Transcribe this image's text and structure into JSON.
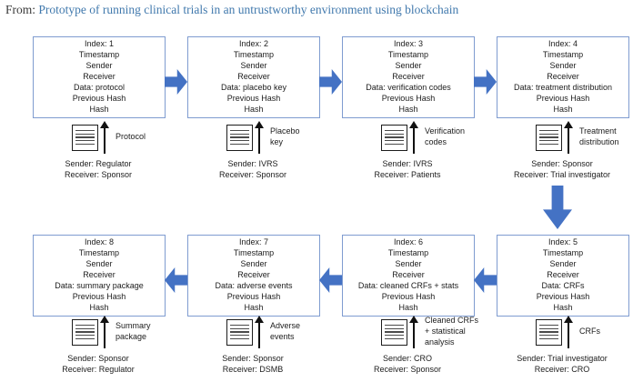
{
  "header": {
    "prefix": "From:",
    "link_text": "Prototype of running clinical trials in an untrustworthy environment using blockchain"
  },
  "colors": {
    "arrow_blue": "#4472c4",
    "box_border_blue": "#7f9cd0",
    "link_blue": "#4179ad"
  },
  "icons": {
    "doc_icon": "document-with-lines",
    "up_arrow": "arrow-up",
    "flow_arrows": "block-arrow"
  },
  "blocks": [
    {
      "lines": [
        "Index: 1",
        "Timestamp",
        "Sender",
        "Receiver",
        "Data: protocol",
        "Previous Hash",
        "Hash"
      ],
      "doc_label": "Protocol",
      "sender": "Sender: Regulator",
      "receiver": "Receiver: Sponsor"
    },
    {
      "lines": [
        "Index: 2",
        "Timestamp",
        "Sender",
        "Receiver",
        "Data: placebo key",
        "Previous Hash",
        "Hash"
      ],
      "doc_label": "Placebo\nkey",
      "sender": "Sender: IVRS",
      "receiver": "Receiver: Sponsor"
    },
    {
      "lines": [
        "Index: 3",
        "Timestamp",
        "Sender",
        "Receiver",
        "Data: verification codes",
        "Previous Hash",
        "Hash"
      ],
      "doc_label": "Verification\ncodes",
      "sender": "Sender: IVRS",
      "receiver": "Receiver: Patients"
    },
    {
      "lines": [
        "Index: 4",
        "Timestamp",
        "Sender",
        "Receiver",
        "Data: treatment distribution",
        "Previous Hash",
        "Hash"
      ],
      "doc_label": "Treatment\ndistribution",
      "sender": "Sender: Sponsor",
      "receiver": "Receiver: Trial investigator"
    },
    {
      "lines": [
        "Index: 5",
        "Timestamp",
        "Sender",
        "Receiver",
        "Data: CRFs",
        "Previous Hash",
        "Hash"
      ],
      "doc_label": "CRFs",
      "sender": "Sender: Trial investigator",
      "receiver": "Receiver: CRO"
    },
    {
      "lines": [
        "Index: 6",
        "Timestamp",
        "Sender",
        "Receiver",
        "Data: cleaned CRFs + stats",
        "Previous Hash",
        "Hash"
      ],
      "doc_label": "Cleaned CRFs\n+ statistical\nanalysis",
      "sender": "Sender: CRO",
      "receiver": "Receiver: Sponsor"
    },
    {
      "lines": [
        "Index: 7",
        "Timestamp",
        "Sender",
        "Receiver",
        "Data: adverse events",
        "Previous Hash",
        "Hash"
      ],
      "doc_label": "Adverse\nevents",
      "sender": "Sender: Sponsor",
      "receiver": "Receiver: DSMB"
    },
    {
      "lines": [
        "Index: 8",
        "Timestamp",
        "Sender",
        "Receiver",
        "Data: summary package",
        "Previous Hash",
        "Hash"
      ],
      "doc_label": "Summary\npackage",
      "sender": "Sender: Sponsor",
      "receiver": "Receiver: Regulator"
    }
  ]
}
